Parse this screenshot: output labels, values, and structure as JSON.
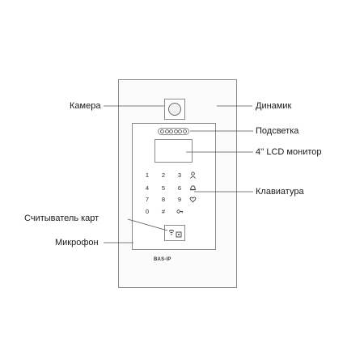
{
  "labels": {
    "camera": "Камера",
    "speaker": "Динамик",
    "backlight": "Подсветка",
    "lcd_monitor": "4'' LCD монитор",
    "keypad": "Клавиатура",
    "card_reader": "Считыватель карт",
    "microphone": "Микрофон"
  },
  "keypad": {
    "keys": [
      "1",
      "2",
      "3",
      "👤",
      "4",
      "5",
      "6",
      "🔔",
      "7",
      "8",
      "9",
      "♡",
      "0",
      "#",
      "🔑"
    ]
  },
  "brand": "BAS-IP"
}
